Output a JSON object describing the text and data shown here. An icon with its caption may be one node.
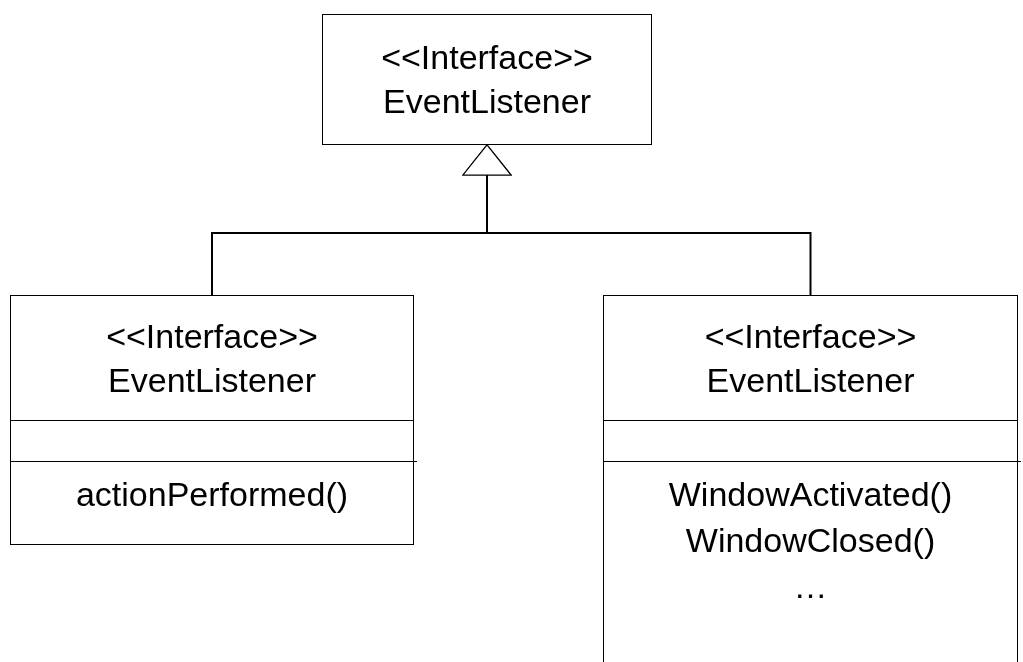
{
  "diagram": {
    "nodes": [
      {
        "text": [
          "<<Interface>>",
          "EventListener"
        ]
      },
      {
        "text": [
          "<<Interface>>",
          "EventListener",
          "actionPerformed()"
        ]
      },
      {
        "text": [
          "<<Interface>>",
          "EventListener",
          "WindowActivated()",
          "WindowClosed()",
          "…"
        ]
      }
    ],
    "edges": [
      {
        "from": 1,
        "to": 0,
        "arrow": "to"
      },
      {
        "from": 2,
        "to": 0,
        "arrow": "to"
      }
    ]
  }
}
